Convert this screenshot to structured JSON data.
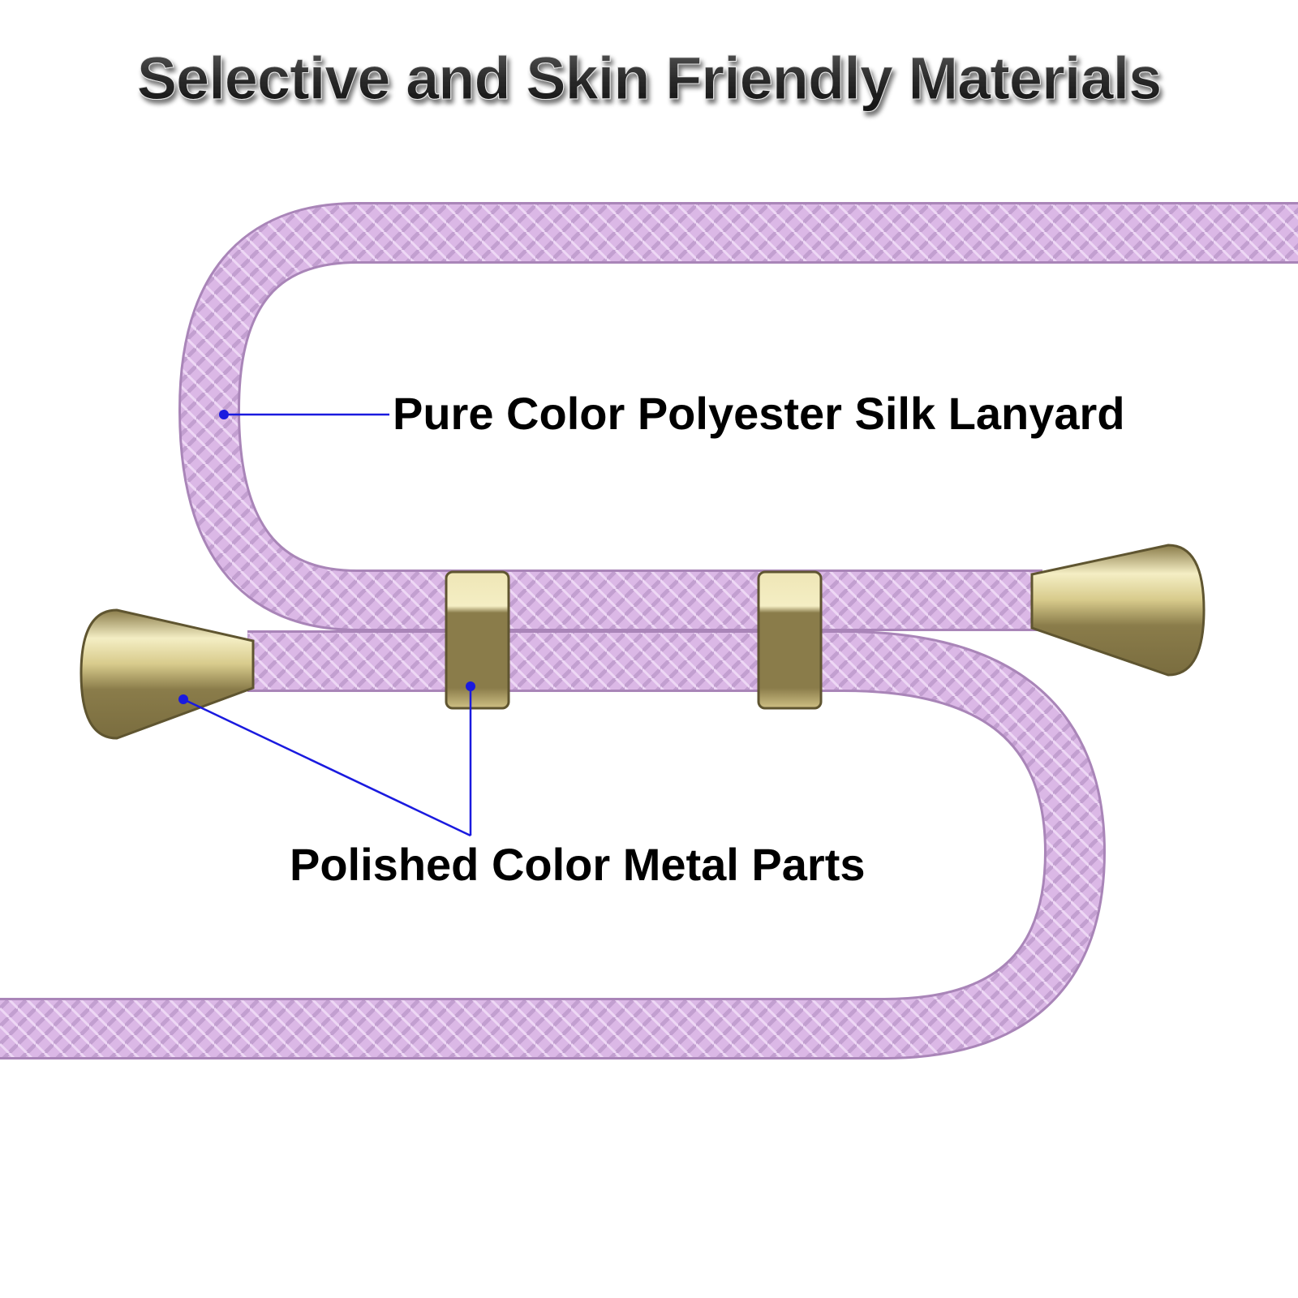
{
  "title": "Selective and Skin Friendly Materials",
  "callouts": {
    "lanyard": "Pure Color Polyester Silk Lanyard",
    "metal": "Polished Color Metal Parts"
  },
  "colors": {
    "rope": "#dbb8e6",
    "rope_shadow": "#b58fc4",
    "rope_highlight": "#f0dcf6",
    "metal_dark": "#8a7c4a",
    "metal_light": "#f4eec4",
    "metal_mid": "#c9bb7a",
    "leader": "#1a1adf"
  }
}
